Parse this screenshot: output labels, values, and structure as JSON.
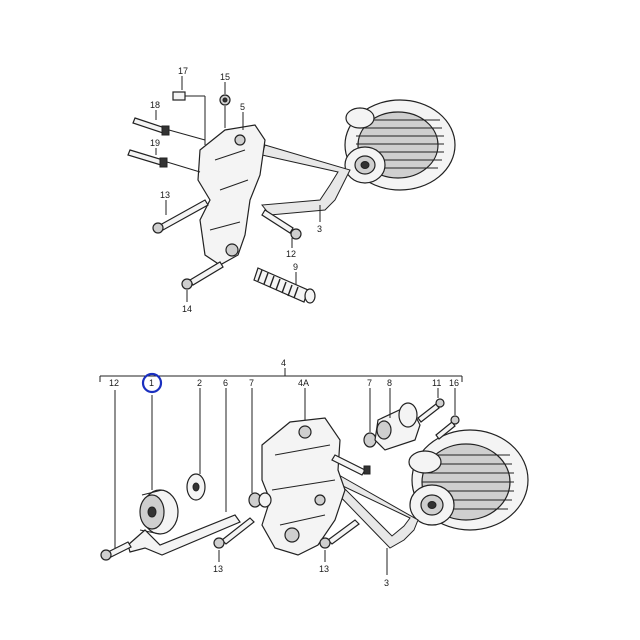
{
  "diagram": {
    "top_assembly": {
      "callouts": [
        "17",
        "15",
        "18",
        "5",
        "19",
        "13",
        "3",
        "12",
        "9",
        "14"
      ]
    },
    "bottom_assembly": {
      "callouts": [
        "4",
        "12",
        "1",
        "2",
        "6",
        "7",
        "4A",
        "7",
        "8",
        "11",
        "16",
        "13",
        "13",
        "3"
      ],
      "highlighted_callout": "1",
      "highlight_color": "#1a2fbf"
    }
  }
}
